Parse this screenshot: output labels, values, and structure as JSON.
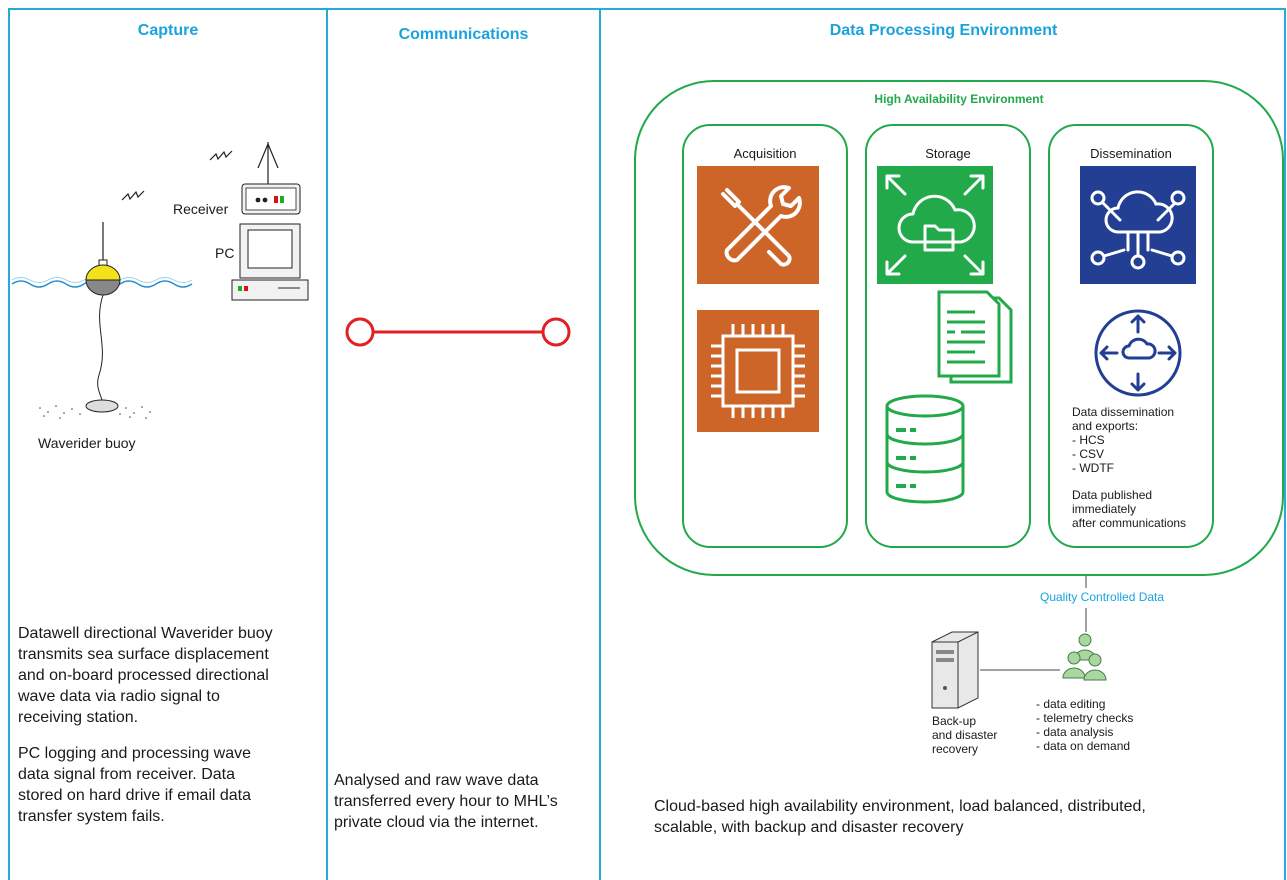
{
  "columns": {
    "capture": "Capture",
    "communications": "Communications",
    "processing": "Data Processing Environment"
  },
  "capture": {
    "receiver_label": "Receiver",
    "pc_label": "PC",
    "buoy_label": "Waverider buoy",
    "para1": [
      "Datawell directional Waverider buoy",
      "transmits sea surface displacement",
      "and on-board processed directional",
      "wave data via radio signal to",
      "receiving station."
    ],
    "para2": [
      "PC logging and processing wave",
      "data signal from receiver. Data",
      "stored on hard drive if email data",
      "transfer system fails."
    ]
  },
  "communications": {
    "para": [
      "Analysed and raw wave data",
      "transferred every hour to MHL’s",
      "private cloud via the internet."
    ]
  },
  "processing": {
    "ha_title": "High Availability Environment",
    "acquisition": "Acquisition",
    "storage": "Storage",
    "dissemination": "Dissemination",
    "dissem_text": [
      "Data dissemination",
      "and exports:",
      "- HCS",
      "- CSV",
      "- WDTF"
    ],
    "published_text": [
      "Data published",
      "immediately",
      "after communications"
    ],
    "qc_label": "Quality Controlled Data",
    "backup_text": [
      "Back-up",
      "and disaster",
      "recovery"
    ],
    "tasks": [
      "-  data editing",
      "-  telemetry checks",
      "-  data analysis",
      "-  data on demand"
    ],
    "para": [
      "Cloud-based high availability environment, load balanced, distributed,",
      "scalable, with backup and disaster recovery"
    ]
  },
  "colors": {
    "border": "#2aa8d8",
    "title": "#1aa3dd",
    "green": "#21a94a",
    "orange": "#cd6428",
    "navy": "#233f94",
    "red": "#e31e24"
  }
}
